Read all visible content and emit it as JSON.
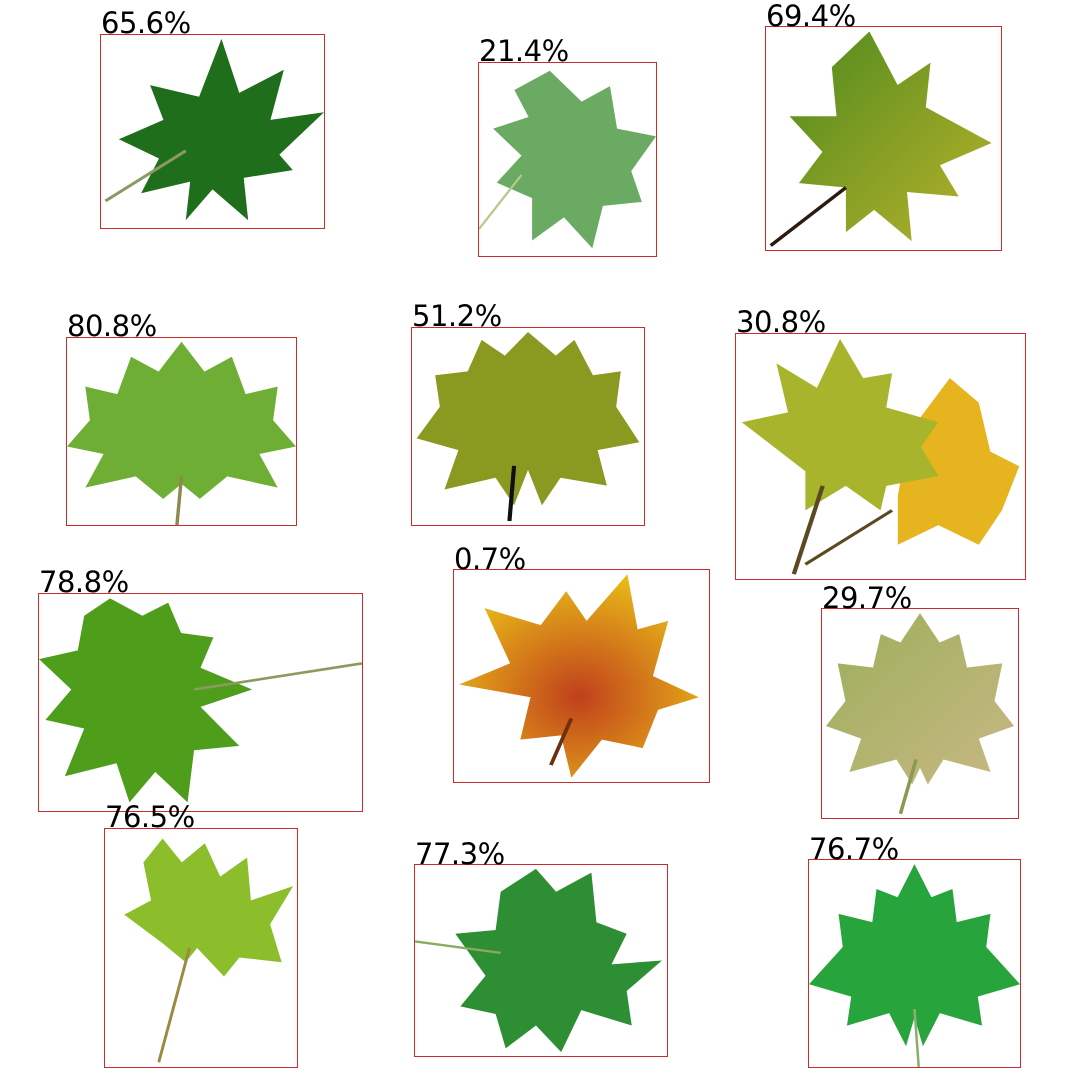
{
  "detections": [
    {
      "score": "65.6%",
      "leaf_colors": [
        "#1f6e1c",
        "#2f8a2a"
      ]
    },
    {
      "score": "21.4%",
      "leaf_colors": [
        "#6aaa62",
        "#8cc484"
      ]
    },
    {
      "score": "69.4%",
      "leaf_colors": [
        "#4f8a1e",
        "#b8b22a"
      ]
    },
    {
      "score": "80.8%",
      "leaf_colors": [
        "#6fae34",
        "#8cc44a"
      ]
    },
    {
      "score": "51.2%",
      "leaf_colors": [
        "#5c6e10",
        "#8a9a20"
      ]
    },
    {
      "score": "30.8%",
      "leaf_colors": [
        "#a8b42c",
        "#e6b41e"
      ]
    },
    {
      "score": "78.8%",
      "leaf_colors": [
        "#4e9e1c",
        "#74bc34"
      ]
    },
    {
      "score": "0.7%",
      "leaf_colors": [
        "#e8b818",
        "#c0401c"
      ]
    },
    {
      "score": "29.7%",
      "leaf_colors": [
        "#9cae5a",
        "#c8b884"
      ]
    },
    {
      "score": "76.5%",
      "leaf_colors": [
        "#8cbe2c",
        "#a8cc4a"
      ]
    },
    {
      "score": "77.3%",
      "leaf_colors": [
        "#2e8e34",
        "#4aac4a"
      ]
    },
    {
      "score": "76.7%",
      "leaf_colors": [
        "#28a43c",
        "#3cbc4c"
      ]
    }
  ],
  "colors": {
    "box_border": "#cc2b2b",
    "score_text": "#000000",
    "background": "#ffffff"
  }
}
